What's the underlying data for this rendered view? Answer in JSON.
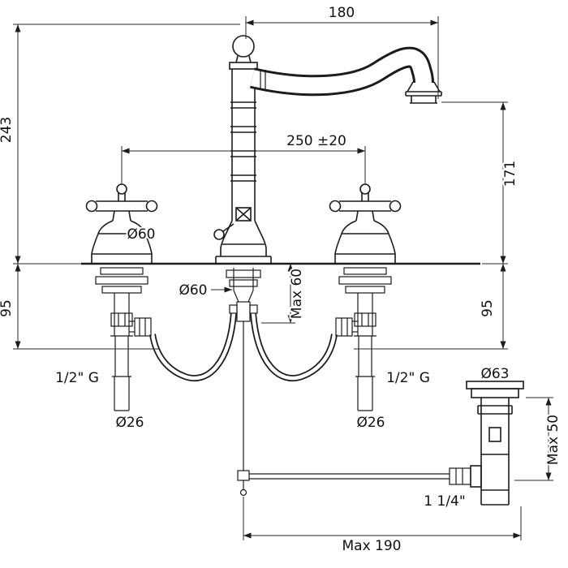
{
  "labels": {
    "spout_projection": "180",
    "total_height": "243",
    "handle_centers": "250 ±20",
    "spout_height_above_deck": "171",
    "handle_base_diameter": "Ø60",
    "body_base_diameter": "Ø60",
    "max_deck_thickness": "Max 60",
    "left_underbody_height": "95",
    "right_underbody_height": "95",
    "left_inlet_thread": "1/2\" G",
    "right_inlet_thread": "1/2\" G",
    "left_inlet_diameter": "Ø26",
    "right_inlet_diameter": "Ø26",
    "waste_flange_diameter": "Ø63",
    "waste_max_height": "Max 50",
    "waste_thread": "1 1/4\"",
    "rod_max_reach": "Max 190"
  },
  "colors": {
    "line": "#1c1c1c",
    "background": "#ffffff"
  }
}
